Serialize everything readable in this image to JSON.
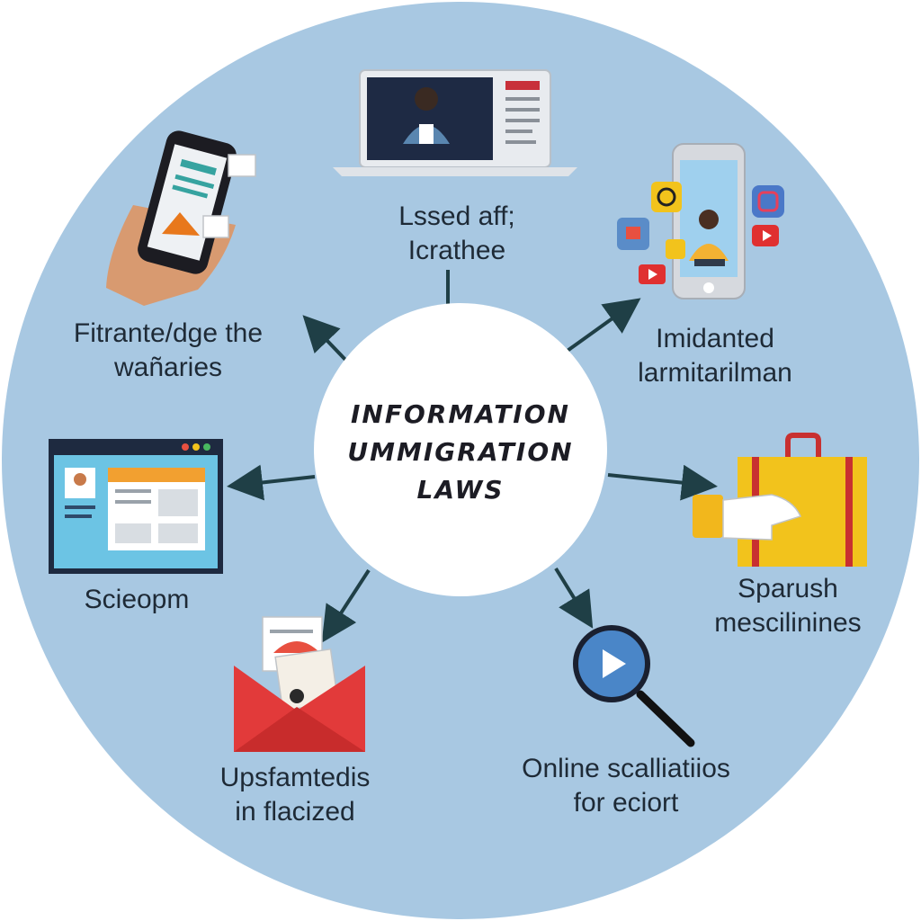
{
  "center": {
    "lines": [
      "INFORMATION",
      "UMMIGRATION",
      "LAWS"
    ]
  },
  "nodes": [
    {
      "icon": "laptop-video-icon",
      "lines": [
        "Lssed aff;",
        "Icrathee"
      ]
    },
    {
      "icon": "smartphone-social-icon",
      "lines": [
        "Imidanted",
        "larmitarilman"
      ]
    },
    {
      "icon": "hand-suitcase-icon",
      "lines": [
        "Sparush",
        "mescilinines"
      ]
    },
    {
      "icon": "magnifier-play-icon",
      "lines": [
        "Online scalliatiios",
        "for eciort"
      ]
    },
    {
      "icon": "envelope-documents-icon",
      "lines": [
        "Upsfamtedis",
        "in flacized"
      ]
    },
    {
      "icon": "browser-window-icon",
      "lines": [
        "Scieopm"
      ]
    },
    {
      "icon": "hand-phone-icon",
      "lines": [
        "Fitrante/dge the",
        "wañaries"
      ]
    }
  ],
  "colors": {
    "disc": "#a8c8e2",
    "arrow": "#1f3f46",
    "center": "#ffffff"
  }
}
